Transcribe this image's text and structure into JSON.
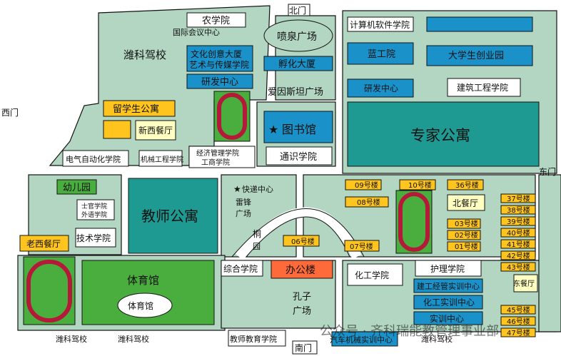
{
  "colors": {
    "background": "#ffffff",
    "campus_block": "#b3d6c2",
    "teal_building": "#1e9a93",
    "blue_building": "#1a92c9",
    "light_box": "#ffffff",
    "pale_yellow": "#ffffc2",
    "gold": "#ffc51e",
    "green_field": "#4aae3e",
    "track_red": "#b5193a",
    "orange": "#ff6a3a",
    "star_red": "#e81e1e"
  },
  "gates": {
    "north": "北门",
    "west": "西门",
    "east": "东门",
    "south": "南门"
  },
  "external": {
    "weike_top": "潍科驾校",
    "weike_bottom_left": "潍科驾校",
    "weike_bottom_mid": "潍科驾校",
    "weike_bottom_right": "潍科驾校"
  },
  "buildings": {
    "agri": "农学院",
    "conference": "国际会议中心",
    "fountain": "喷泉广场",
    "cs_software": "计算机软件学院",
    "culture_1": "文化创意大厦",
    "culture_2": "艺术与传媒学院",
    "incubator": "孵化大厦",
    "lan_gong": "蓝工院",
    "startup_park": "大学生创业园",
    "rd_center_1": "研发中心",
    "einstein": "爱因斯坦广场",
    "rd_center_2": "研发中心",
    "architecture": "建筑工程学院",
    "intl_apartment": "留学生公寓",
    "west_canteen": "新西餐厅",
    "library": "图书馆",
    "expert_apartment": "专家公寓",
    "electrical": "电气自动化学院",
    "mechanical": "机械工程学院",
    "econ_1": "经济管理学院",
    "econ_2": "工商学院",
    "general_ed": "通识学院",
    "kindergarten": "幼儿园",
    "teacher_apartment": "教师公寓",
    "express": "快递中心",
    "leifeng_1": "雷锋",
    "leifeng_2": "广场",
    "tong_1": "桐",
    "tong_2": "园",
    "scholar": "士官学院",
    "foreign_lang": "外语学院",
    "tech": "技术学院",
    "old_west_canteen": "老西餐厅",
    "gym": "体育馆",
    "gym_inner": "体育馆",
    "comprehensive": "综合学院",
    "office": "办公楼",
    "confucius_1": "孔子",
    "confucius_2": "广场",
    "chemical": "化工学院",
    "nursing": "护理学院",
    "const_training": "建工经管实训中心",
    "chem_training": "化工实训中心",
    "training": "实训中心",
    "auto_training": "汽车机械实训中心",
    "teacher_edu": "教师教育学院",
    "north_canteen": "北餐厅",
    "east_canteen": "东餐厅"
  },
  "dorms": {
    "b09": "09号楼",
    "b10": "10号楼",
    "b36": "36号楼",
    "b08": "08号楼",
    "b06": "06号楼",
    "b07": "07号楼",
    "b03": "03号楼",
    "b02": "02号楼",
    "b01": "01号楼",
    "b37": "37号楼",
    "b38": "38号楼",
    "b39": "39号楼",
    "b40": "40号楼",
    "b41": "41号楼",
    "b42": "42号楼",
    "b43": "43号楼",
    "b45": "45号楼",
    "b46": "46号楼",
    "b47": "47号楼"
  },
  "watermark": "公众号 · 齐科瑞能教管理事业部"
}
